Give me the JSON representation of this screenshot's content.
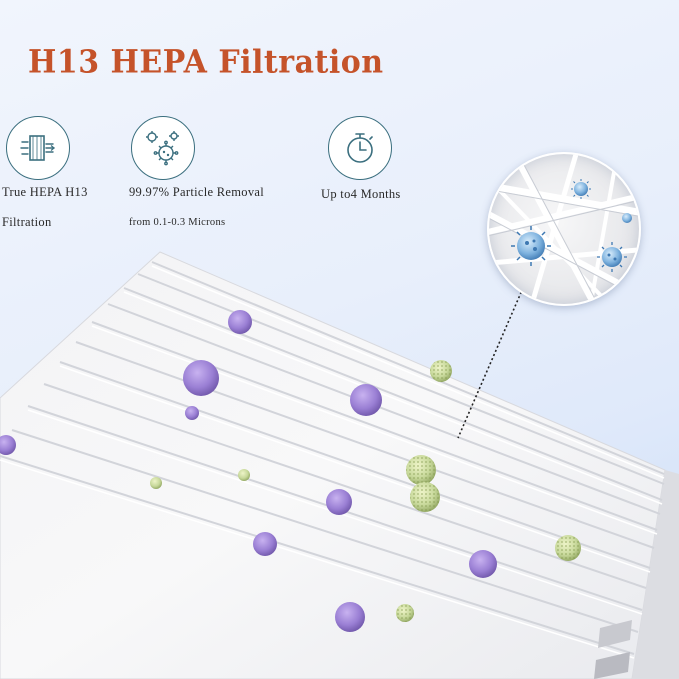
{
  "title": "H13 HEPA Filtration",
  "features": [
    {
      "icon": "filter-airflow-icon",
      "lines": [
        "True HEPA H13",
        "Filtration"
      ]
    },
    {
      "icon": "particle-virus-icon",
      "lines": [
        "99.97% Particle Removal",
        "from 0.1-0.3 Microns"
      ]
    },
    {
      "icon": "stopwatch-icon",
      "lines": [
        "Up to4 Months"
      ]
    }
  ],
  "colors": {
    "title": "#c5532a",
    "icon_stroke": "#3b6f7f",
    "filter": "#f5f5f6",
    "particle_large": "#9a7fd4",
    "particle_pollen": "#b6c98a"
  }
}
